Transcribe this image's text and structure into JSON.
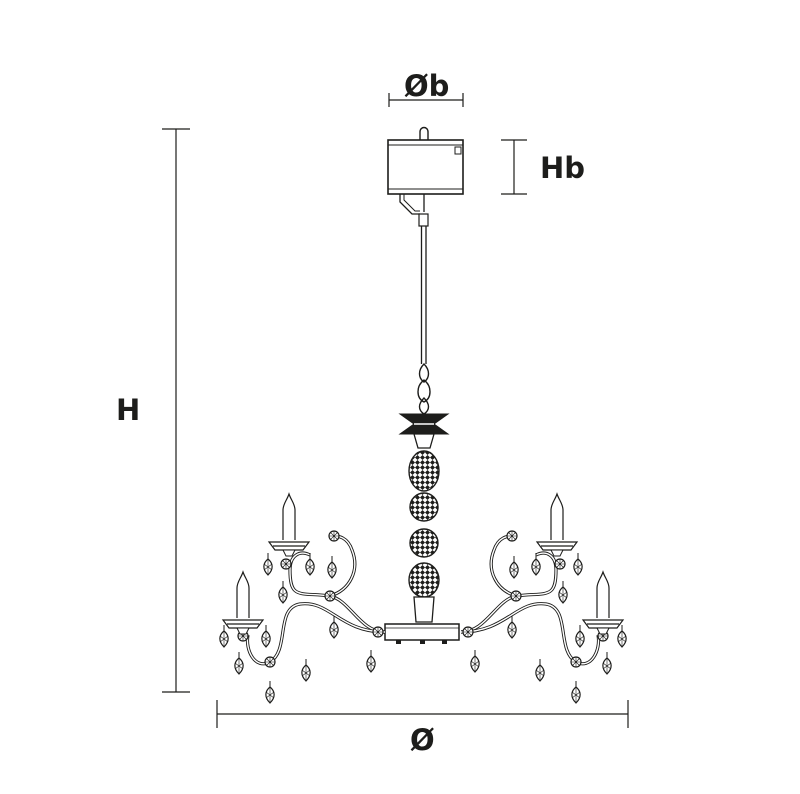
{
  "dimensions": {
    "canopy_diameter": "Øb",
    "canopy_height": "Hb",
    "overall_height": "H",
    "overall_diameter": "Ø"
  },
  "colors": {
    "line": "#1d1d1b",
    "background": "#ffffff"
  }
}
